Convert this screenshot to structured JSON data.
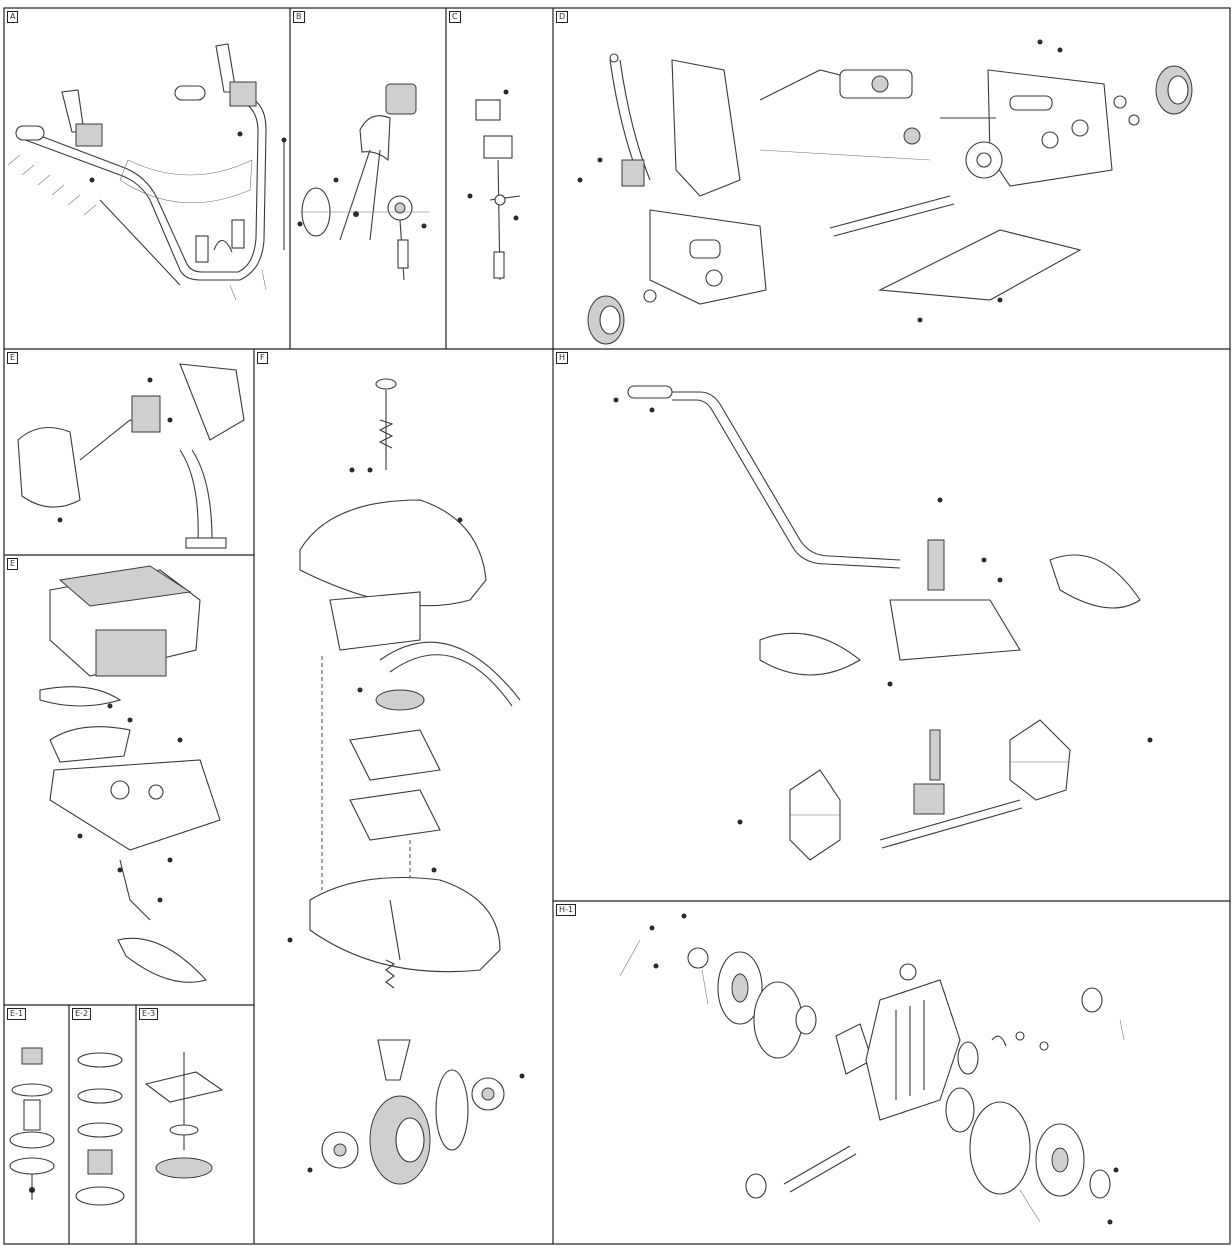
{
  "panels": [
    {
      "id": "handlebar",
      "tag": "A"
    },
    {
      "id": "throttle",
      "tag": "B"
    },
    {
      "id": "lever",
      "tag": "C"
    },
    {
      "id": "chassis",
      "tag": "D"
    },
    {
      "id": "dashboard",
      "tag": "E"
    },
    {
      "id": "engine",
      "tag": "E"
    },
    {
      "id": "drive",
      "tag": "F"
    },
    {
      "id": "tiller",
      "tag": "H"
    },
    {
      "id": "clutch1",
      "tag": "E-1"
    },
    {
      "id": "clutch2",
      "tag": "E-2"
    },
    {
      "id": "clutch3",
      "tag": "E-3"
    },
    {
      "id": "gearbox",
      "tag": "H-1"
    }
  ],
  "colors": {
    "line": "#3a3a3a",
    "paper": "#ffffff",
    "fill": "#cfcfcf"
  }
}
